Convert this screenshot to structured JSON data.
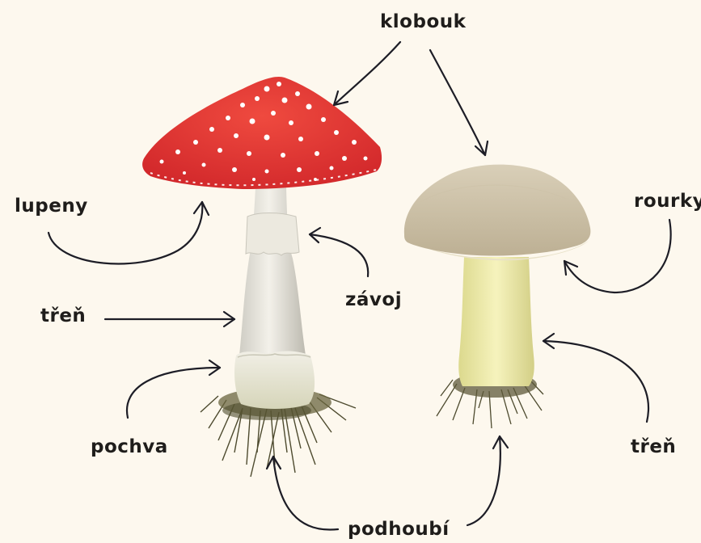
{
  "labels": {
    "klobouk": "klobouk",
    "lupeny": "lupeny",
    "zavoj": "závoj",
    "tren_left": "třeň",
    "pochva": "pochva",
    "rourky": "rourky",
    "tren_right": "třeň",
    "podhoubi": "podhoubí"
  },
  "colors": {
    "background": "#fdf8ee",
    "amanita_cap": "#e0302f",
    "amanita_spots": "#ffffff",
    "amanita_stem": "#e8e6df",
    "boletus_cap": "#d6cbb4",
    "boletus_stem": "#eeeaa6",
    "mycelium": "#5d5a3a",
    "arrow": "#1d1d26"
  }
}
